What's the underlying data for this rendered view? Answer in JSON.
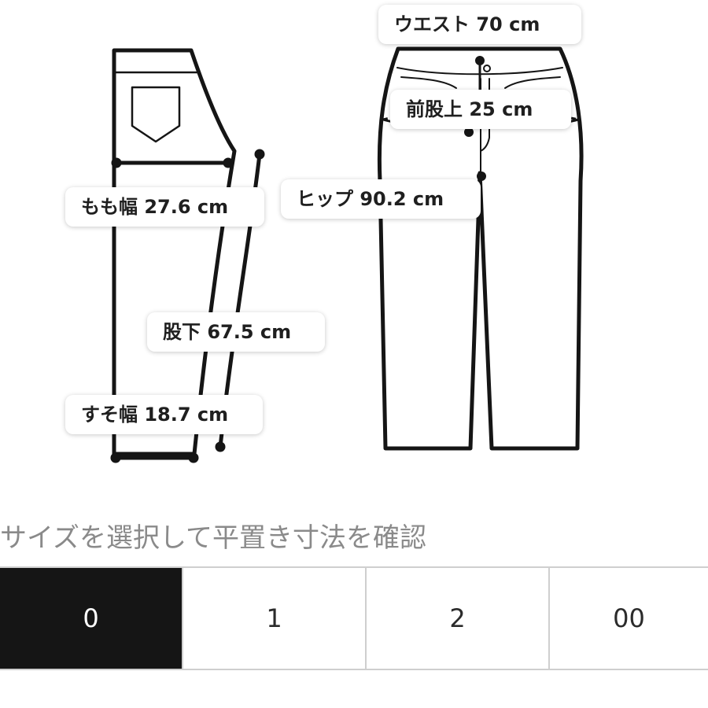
{
  "measurements": {
    "waist": "ウエスト 70 cm",
    "front_rise": "前股上 25 cm",
    "hip": "ヒップ 90.2 cm",
    "thigh_width": "もも幅 27.6 cm",
    "inseam": "股下 67.5 cm",
    "hem_width": "すそ幅 18.7 cm"
  },
  "size_selector": {
    "prompt": "サイズを選択して平置き寸法を確認",
    "sizes": [
      "0",
      "1",
      "2",
      "00"
    ],
    "selected": "0"
  },
  "colors": {
    "line": "#151515",
    "selected_bg": "#151515",
    "selected_text": "#ffffff",
    "prompt_text": "#8a8a8a",
    "divider": "#cfcfcf"
  }
}
